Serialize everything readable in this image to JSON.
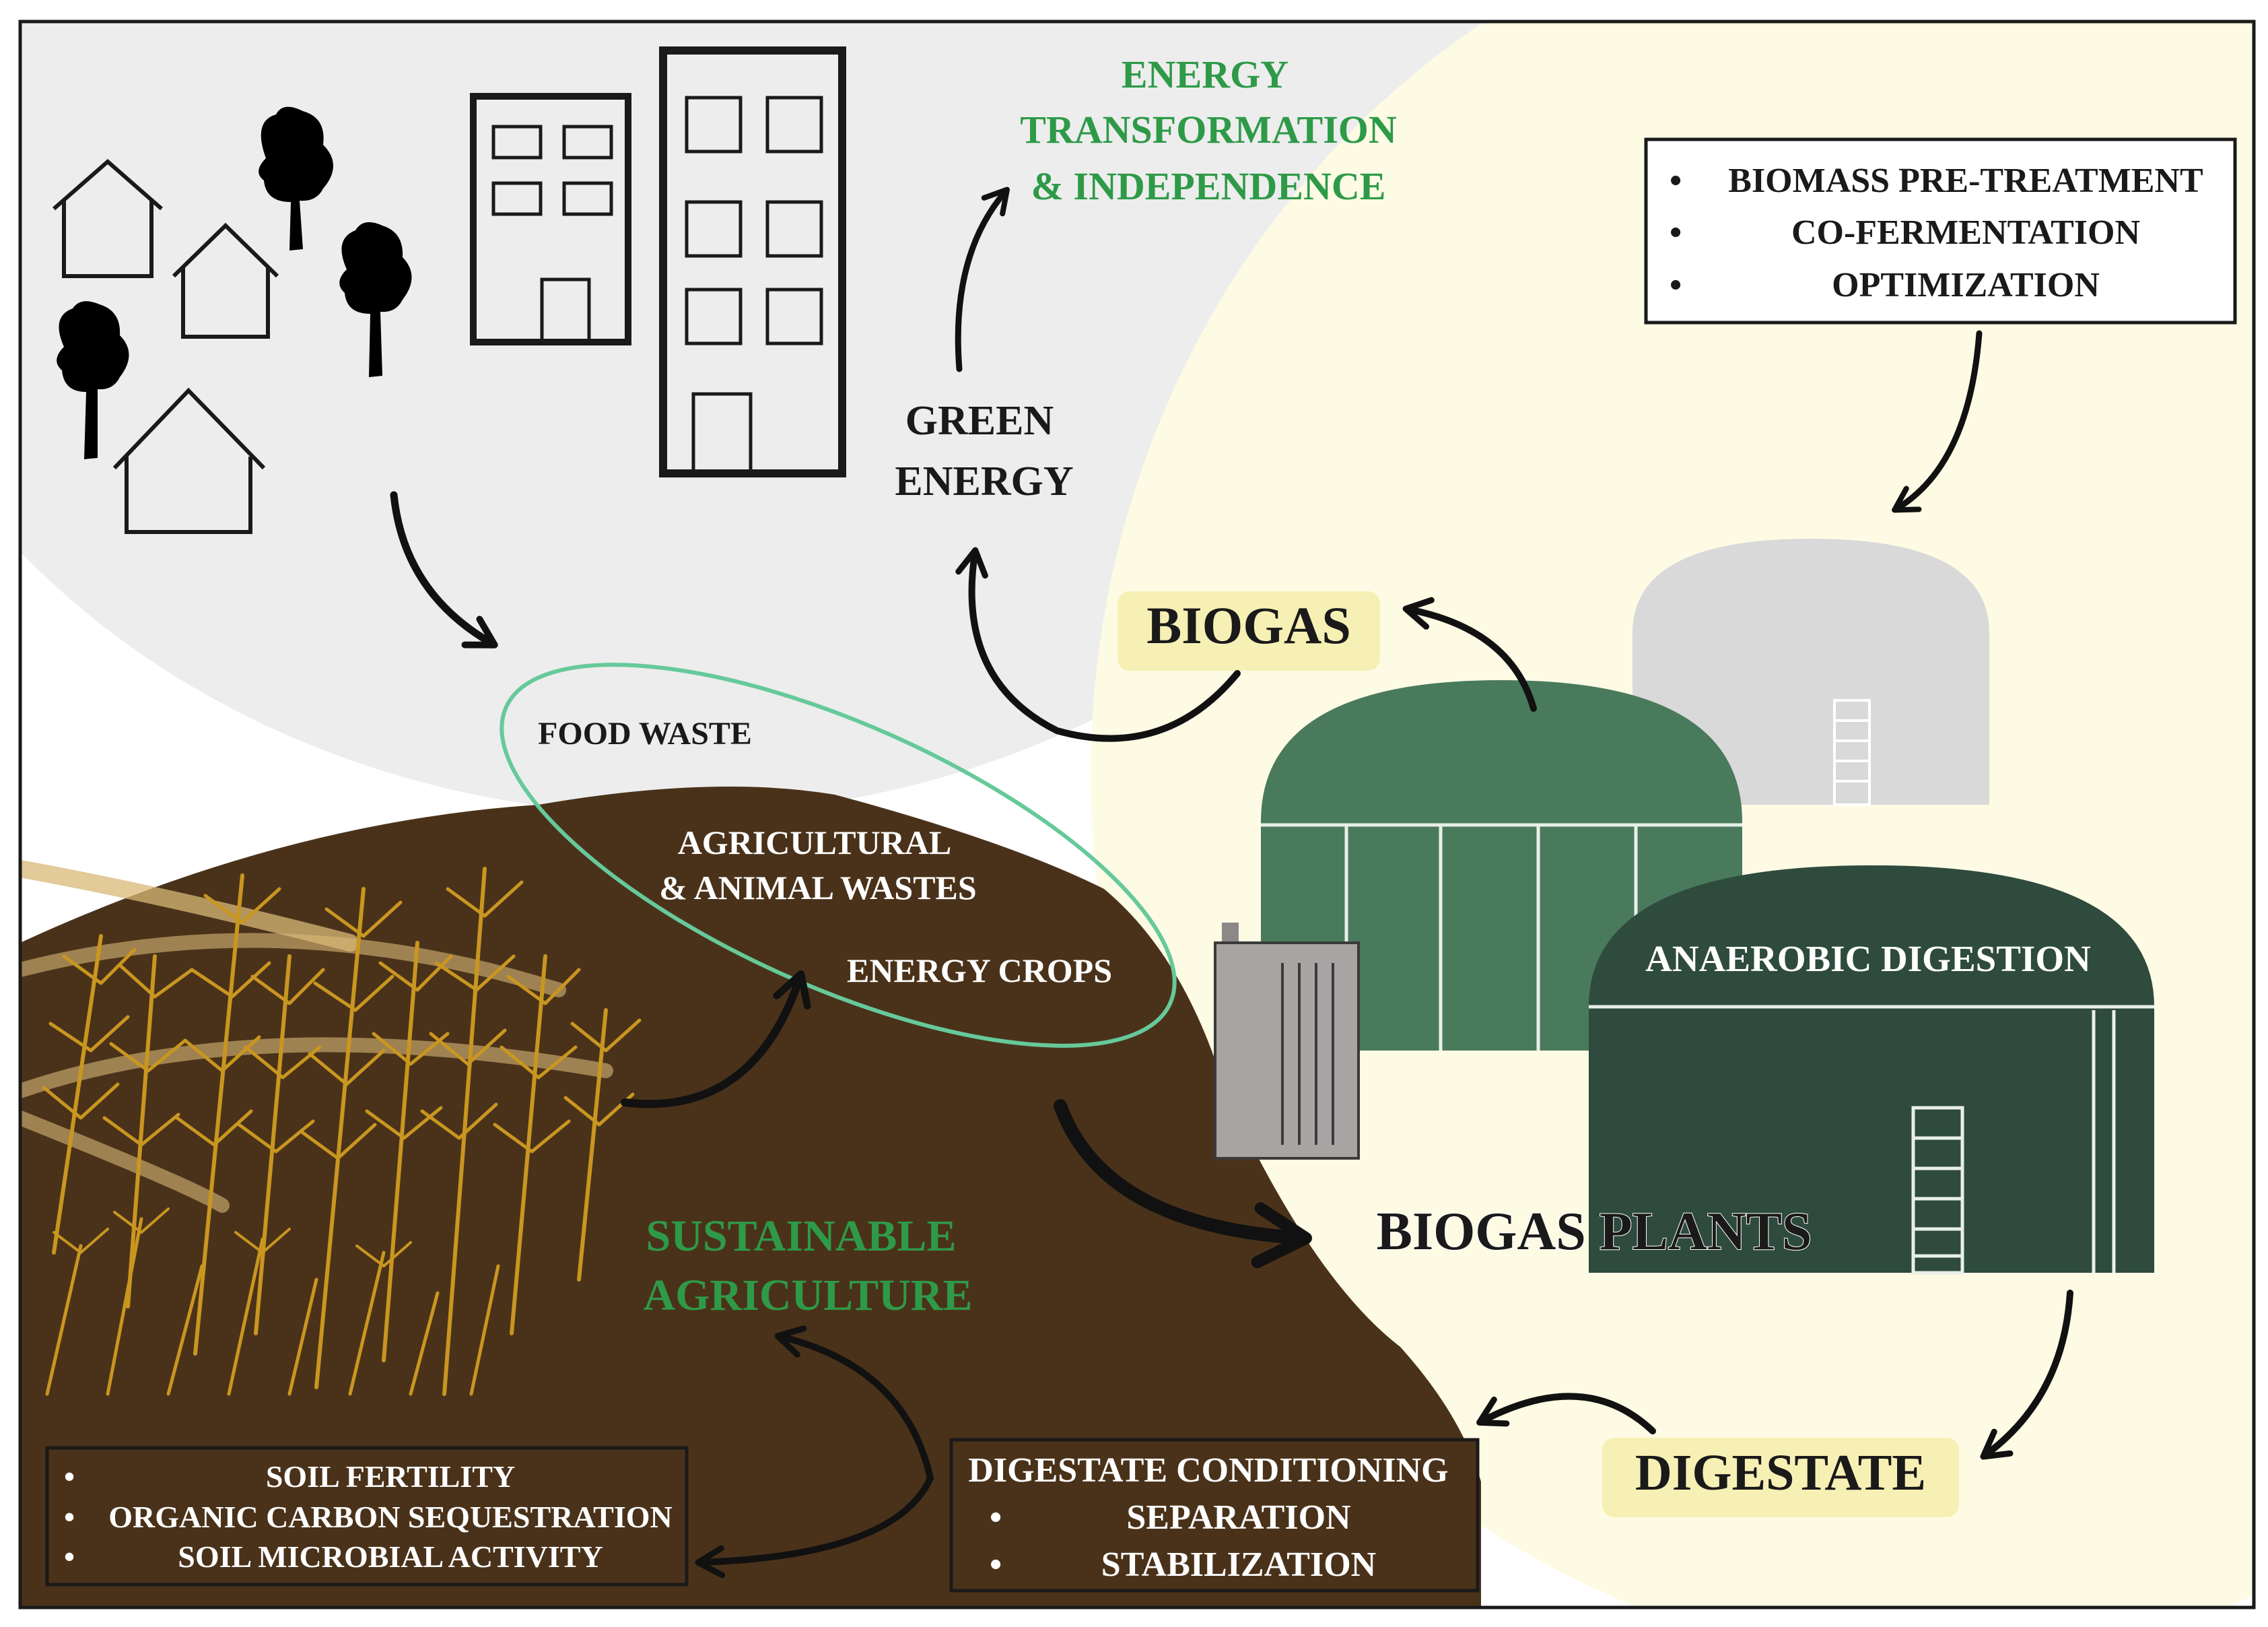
{
  "urban": {
    "energy_transformation": [
      "ENERGY",
      "TRANSFORMATION",
      "& INDEPENDENCE"
    ],
    "green_energy": [
      "GREEN",
      "ENERGY"
    ]
  },
  "pretreatment": {
    "items": [
      "BIOMASS PRE-TREATMENT",
      "CO-FERMENTATION",
      "OPTIMIZATION"
    ]
  },
  "biogas_badge": "BIOGAS",
  "feedstock": {
    "food_waste": "FOOD WASTE",
    "agri_wastes": [
      "AGRICULTURAL",
      "& ANIMAL WASTES"
    ],
    "energy_crops": "ENERGY CROPS"
  },
  "plants": {
    "anaerobic_digestion": "ANAEROBIC DIGESTION",
    "biogas_plants": "BIOGAS PLANTS"
  },
  "sustainable_agriculture": [
    "SUSTAINABLE",
    "AGRICULTURE"
  ],
  "digestate_badge": "DIGESTATE",
  "soil_benefits": {
    "items": [
      "SOIL FERTILITY",
      "ORGANIC CARBON SEQUESTRATION",
      "SOIL MICROBIAL ACTIVITY"
    ]
  },
  "digestate_conditioning": {
    "title": "DIGESTATE CONDITIONING",
    "items": [
      "SEPARATION",
      "STABILIZATION"
    ]
  },
  "colors": {
    "green_text": "#2e9a48",
    "soil": "#4a321a",
    "wheat": "#c99620",
    "badge": "#f7f0b5",
    "loop_ring": "#66c99a",
    "plant_dark": "#2e4b3d",
    "plant_mid": "#4a7a5c"
  }
}
